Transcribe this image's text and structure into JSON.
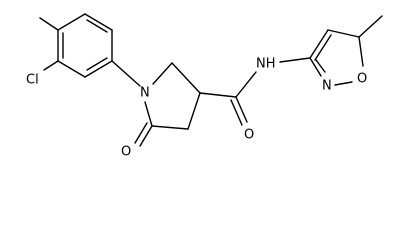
{
  "molecule": {
    "atoms": {
      "cl": "Cl",
      "n_ring": "N",
      "o_carbonyl": "O",
      "o_amide": "O",
      "nh": "NH",
      "n_isoxazole": "N",
      "o_isoxazole": "O"
    },
    "colors": {
      "bond": "#000000",
      "label": "#000000",
      "background": "#ffffff"
    }
  }
}
